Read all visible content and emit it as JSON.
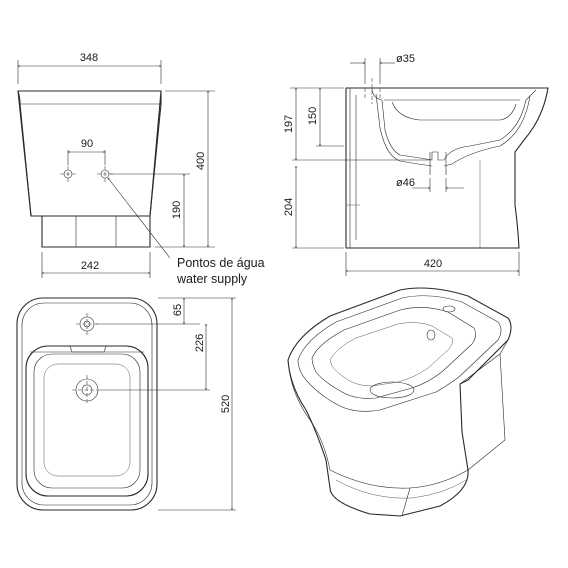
{
  "dimensions": {
    "front_top_width": "348",
    "front_height": "400",
    "inlet_spacing": "90",
    "inlet_height": "190",
    "front_base_width": "242",
    "side_hole_diameter": "ø35",
    "side_upper_depth": "150",
    "side_drain_height": "197",
    "side_lower_height": "204",
    "side_drain_diameter": "ø46",
    "side_length": "420",
    "top_inlet_offset": "65",
    "top_drain_offset": "226",
    "top_length": "520"
  },
  "callout": {
    "line1": "Pontos de água",
    "line2": "water supply"
  }
}
